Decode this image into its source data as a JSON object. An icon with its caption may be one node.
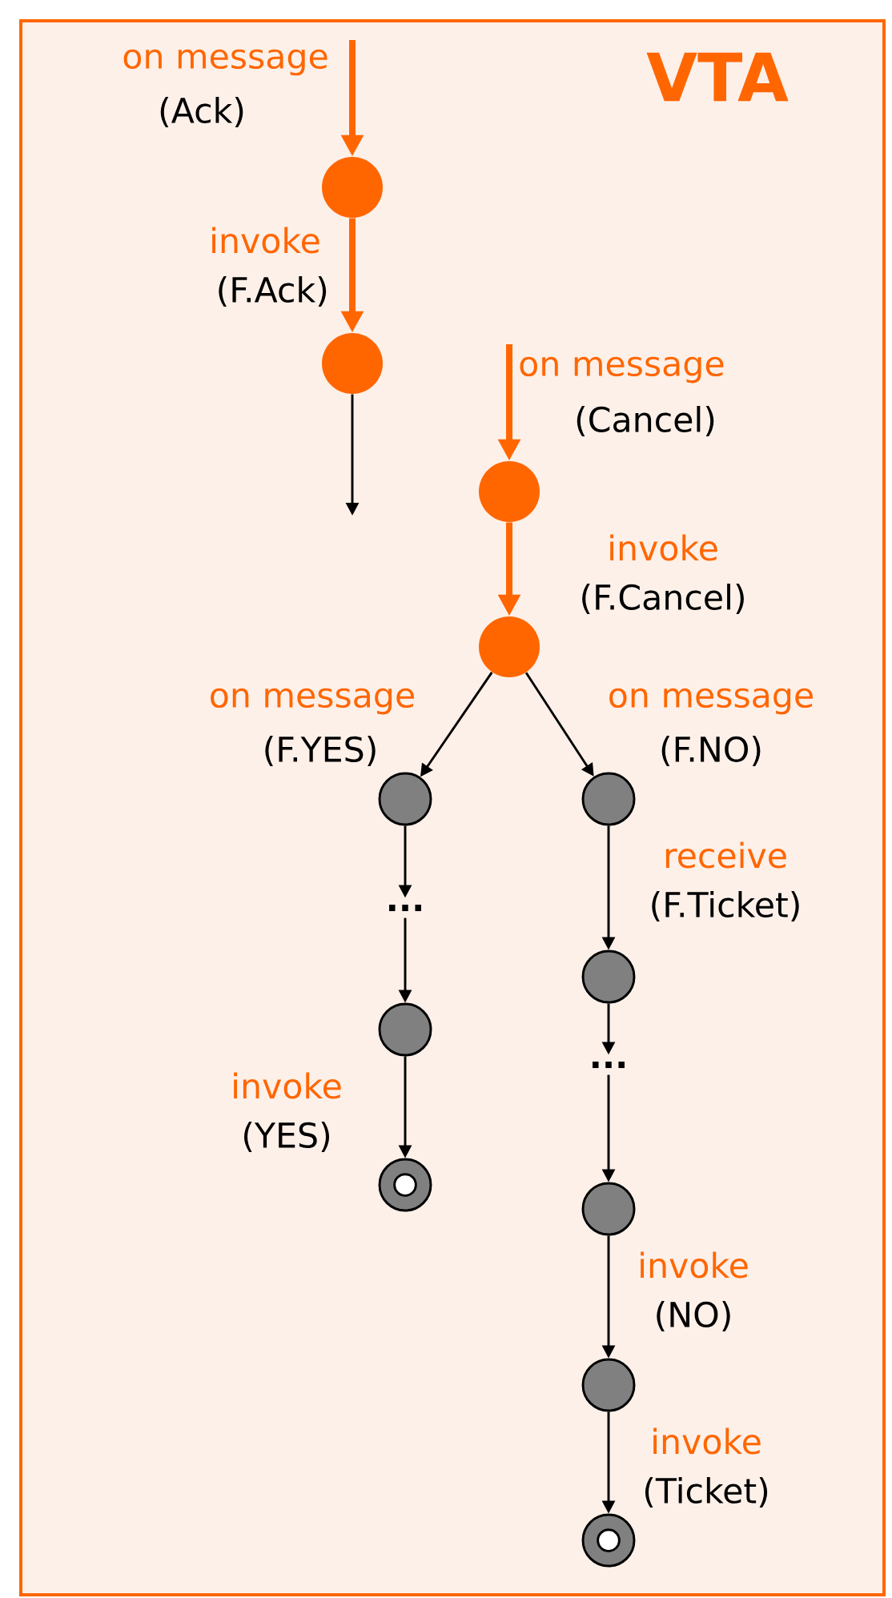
{
  "diagram": {
    "title": "VTA",
    "nodes": [
      {
        "text": [],
        "shape": "circle"
      },
      {
        "text": [],
        "shape": "circle"
      },
      {
        "text": [],
        "shape": "circle"
      },
      {
        "text": [],
        "shape": "circle"
      },
      {
        "text": [],
        "shape": "circle"
      },
      {
        "text": [
          "..."
        ]
      },
      {
        "text": [],
        "shape": "circle"
      },
      {
        "text": [],
        "shape": "circle"
      },
      {
        "text": [],
        "shape": "circle"
      },
      {
        "text": [],
        "shape": "circle"
      },
      {
        "text": [
          "..."
        ]
      },
      {
        "text": [],
        "shape": "circle"
      },
      {
        "text": [],
        "shape": "circle"
      },
      {
        "text": [],
        "shape": "circle"
      }
    ],
    "edges": [
      {
        "from": null,
        "to": 0,
        "arrow": "to",
        "label": "on message",
        "style": "thick",
        "color": "#ff6600"
      },
      {
        "from": 0,
        "to": 1,
        "arrow": "to",
        "label": "invoke",
        "style": "thick",
        "color": "#ff6600"
      },
      {
        "from": 1,
        "to": null,
        "arrow": "to"
      },
      {
        "from": null,
        "to": 2,
        "arrow": "to",
        "label": "on message",
        "style": "thick",
        "color": "#ff6600"
      },
      {
        "from": 2,
        "to": 3,
        "arrow": "to",
        "label": "invoke",
        "style": "thick",
        "color": "#ff6600"
      },
      {
        "from": 3,
        "to": 4,
        "arrow": "to",
        "label": "on message"
      },
      {
        "from": 3,
        "to": 8,
        "arrow": "to",
        "label": "on message"
      },
      {
        "from": 4,
        "to": 5,
        "arrow": "to"
      },
      {
        "from": 5,
        "to": 6,
        "arrow": "to"
      },
      {
        "from": 6,
        "to": 7,
        "arrow": "to",
        "label": "invoke"
      },
      {
        "from": 8,
        "to": 9,
        "arrow": "to",
        "label": "receive"
      },
      {
        "from": 9,
        "to": 10,
        "arrow": "to"
      },
      {
        "from": 10,
        "to": 11,
        "arrow": "to"
      },
      {
        "from": 11,
        "to": 12,
        "arrow": "to",
        "label": "invoke"
      },
      {
        "from": 12,
        "to": 13,
        "arrow": "to",
        "label": "invoke"
      }
    ],
    "labels": [
      "(Ack)",
      "(F.Ack)",
      "(Cancel)",
      "(F.Cancel)",
      "(F.YES)",
      "(F.NO)",
      "(F.Ticket)",
      "(YES)",
      "(NO)",
      "(Ticket)"
    ]
  }
}
